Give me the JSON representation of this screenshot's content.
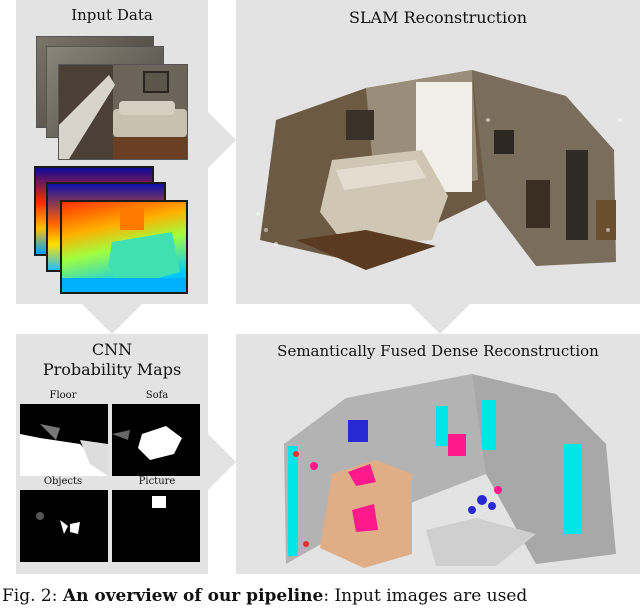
{
  "panels": {
    "input": {
      "title": "Input Data"
    },
    "slam": {
      "title": "SLAM Reconstruction"
    },
    "cnn": {
      "title_line1": "CNN",
      "title_line2": "Probability Maps"
    },
    "semantic": {
      "title": "Semantically Fused Dense Reconstruction"
    }
  },
  "maps": [
    {
      "label": "Floor"
    },
    {
      "label": "Sofa"
    },
    {
      "label": "Objects"
    },
    {
      "label": "Picture"
    }
  ],
  "caption": {
    "prefix": "Fig. 2: ",
    "bold": "An overview of our pipeline",
    "rest": ": Input images are used"
  },
  "colors": {
    "panel_bg": "#e3e3e3",
    "arrow": "#e3e3e3",
    "floor_label": "#e0ae86",
    "sofa_label": "#ff1a8c",
    "picture_label": "#2a2ad4",
    "object_label": "#00e6e6",
    "wall_label": "#b3b3b3"
  }
}
